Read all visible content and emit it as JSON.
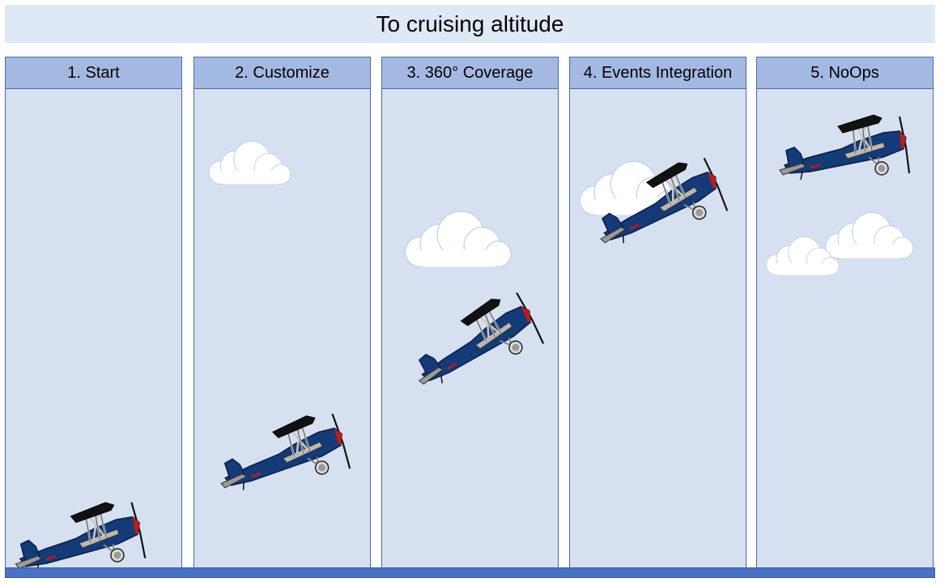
{
  "title": "To cruising altitude",
  "stages": [
    {
      "label": "1. Start"
    },
    {
      "label": "2. Customize"
    },
    {
      "label": "3. 360° Coverage"
    },
    {
      "label": "4. Events Integration"
    },
    {
      "label": "5. NoOps"
    }
  ],
  "colors": {
    "plane_body": "#143a78",
    "plane_outline": "#0b1f45",
    "wing": "#111111",
    "strut": "#c8c8c8",
    "accent": "#c21a1a",
    "cloud": "#ffffff",
    "stage_bg": "#d6e0f1",
    "header_bg": "#a4b9e2"
  }
}
